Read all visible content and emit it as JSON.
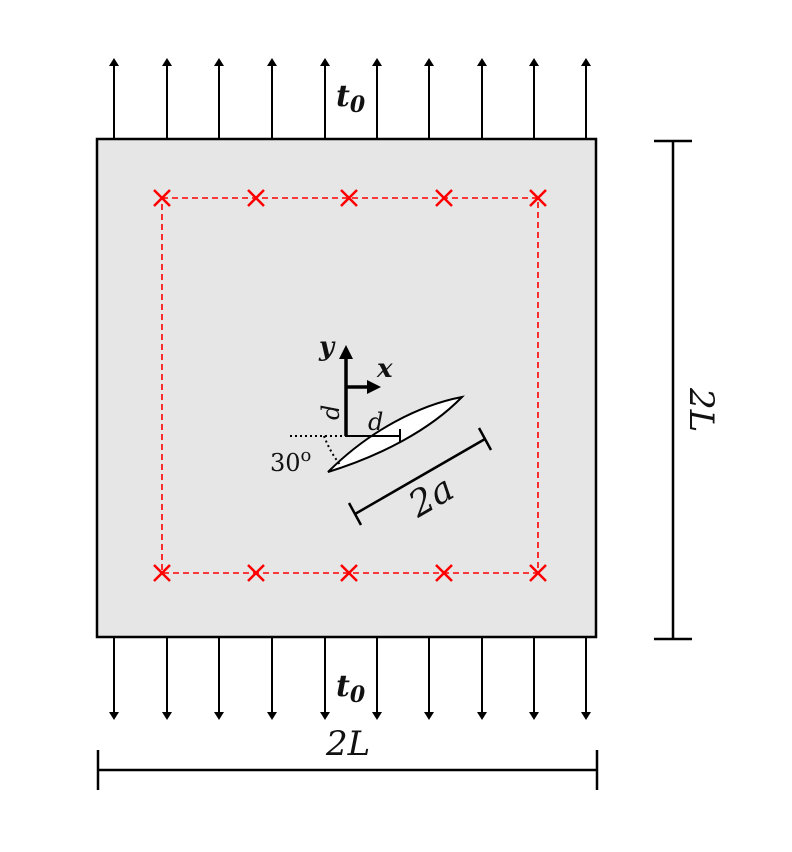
{
  "labels": {
    "traction_top": "t",
    "traction_top_sub": "0",
    "traction_bottom": "t",
    "traction_bottom_sub": "0",
    "width_dim": "2L",
    "height_dim": "2L",
    "crack_length": "2a",
    "angle": "30",
    "angle_unit": "o",
    "axis_x": "x",
    "axis_y": "y",
    "offset_d_horizontal": "d",
    "offset_d_vertical": "d"
  },
  "colors": {
    "plate_fill": "#e6e6e6",
    "plate_stroke": "#000000",
    "marker": "#ff0000",
    "dashed_path": "#ff0000",
    "arrows": "#000000"
  },
  "markers": {
    "symbol": "x",
    "top_row_count": 5,
    "bottom_row_count": 5
  },
  "arrows": {
    "top_count": 10,
    "bottom_count": 10
  }
}
